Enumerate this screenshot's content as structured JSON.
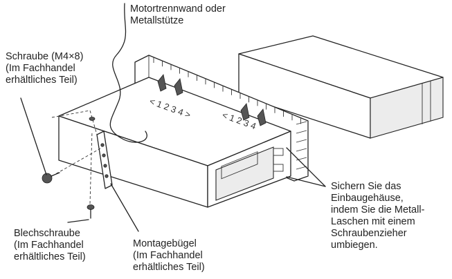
{
  "labels": {
    "firewall": {
      "line1": "Motortrennwand oder",
      "line2": "Metallstütze"
    },
    "screw": {
      "line1": "Schraube (M4×8)",
      "line2": "(Im Fachhandel",
      "line3": "erhältliches Teil)"
    },
    "tapping_screw": {
      "line1": "Blechschraube",
      "line2": "(Im Fachhandel",
      "line3": "erhältliches Teil)"
    },
    "bracket": {
      "line1": "Montagebügel",
      "line2": "(Im Fachhandel",
      "line3": "erhältliches Teil)"
    },
    "secure": {
      "line1": "Sichern Sie das",
      "line2": "Einbaugehäuse,",
      "line3": "indem Sie die Metall-",
      "line4": "Laschen mit einem",
      "line5": "Schraubenzieher",
      "line6": "umbiegen."
    }
  }
}
